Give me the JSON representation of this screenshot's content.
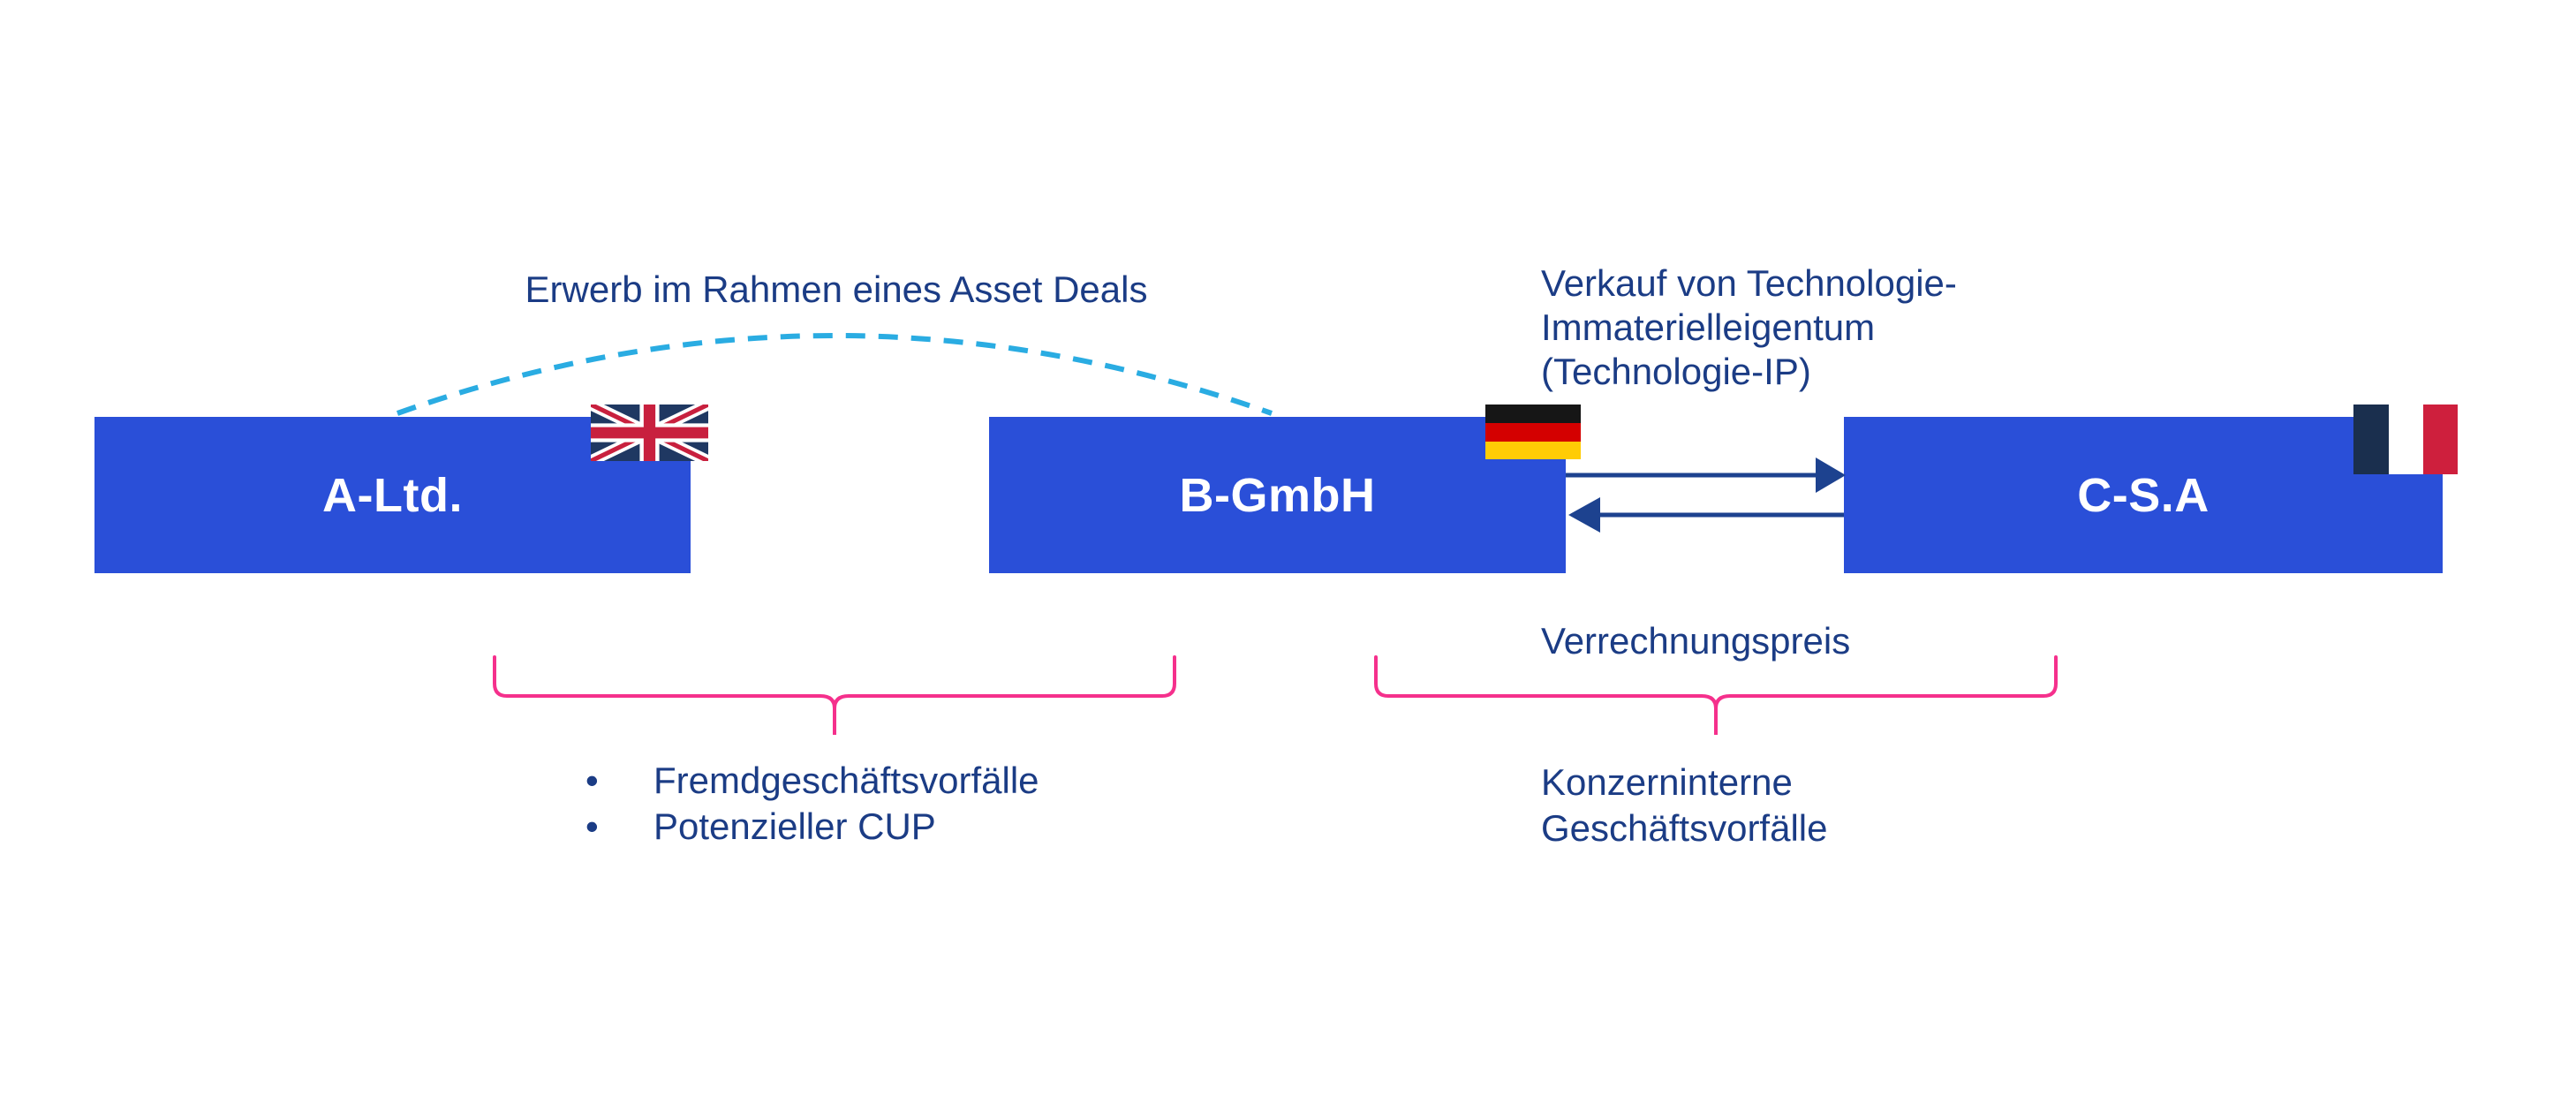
{
  "title": "Konzerndiagramm Verrechnungspreise",
  "colors": {
    "background": "#ffffff",
    "box_blue": "#2A4FD8",
    "box_label_white": "#ffffff",
    "navy_text": "#1B3C85",
    "arrow_navy": "#1D428F",
    "dashed_cyan": "#2AACE2",
    "brace_pink": "#F5308C",
    "uk_navy": "#1F3862",
    "uk_red": "#C8203E",
    "de_black": "#161616",
    "de_red": "#D40000",
    "de_gold": "#FFCC05",
    "fr_navy": "#1A2F4E",
    "fr_white": "#ffffff",
    "fr_red": "#CE1F3D"
  },
  "entities": [
    {
      "name": "A-Ltd.",
      "flag": "uk-flag"
    },
    {
      "name": "B-GmbH",
      "flag": "germany-flag"
    },
    {
      "name": "C-S.A",
      "flag": "france-flag"
    }
  ],
  "annotations": {
    "asset_deal": "Erwerb im Rahmen eines Asset Deals",
    "sale_line1": "Verkauf von Technologie-",
    "sale_line2": "Immaterielleigentum",
    "sale_line3": "(Technologie-IP)",
    "transfer_price": "Verrechnungspreis",
    "bullet_char": "•",
    "left_brace_bullets": [
      "Fremdgeschäftsvorfälle",
      "Potenzieller CUP"
    ],
    "right_brace_line1": "Konzerninterne",
    "right_brace_line2": "Geschäftsvorfälle"
  }
}
